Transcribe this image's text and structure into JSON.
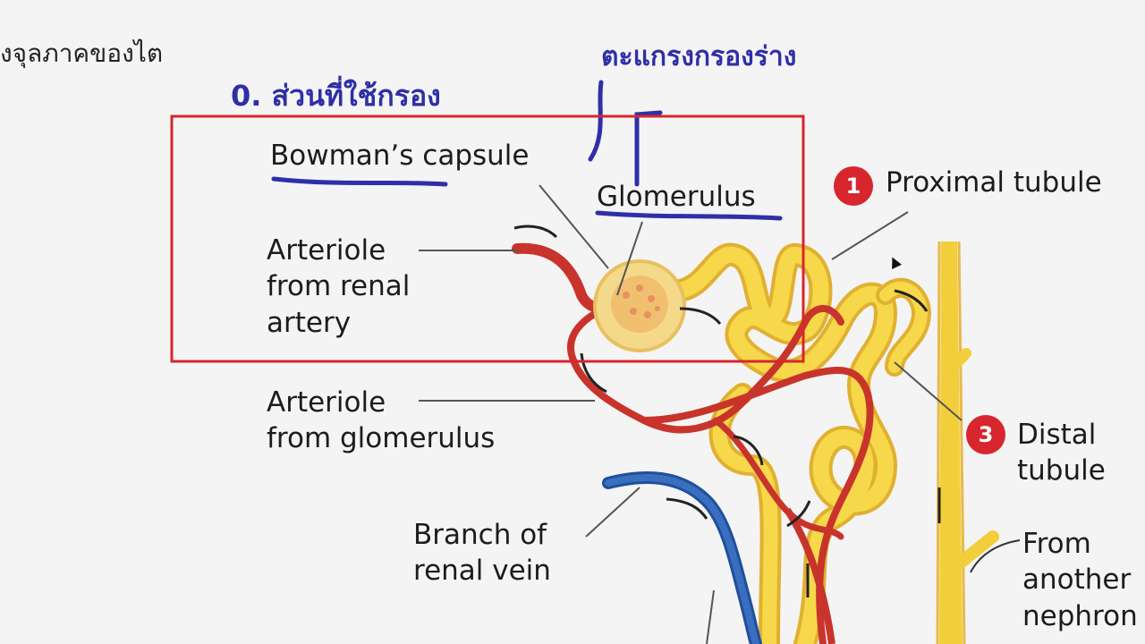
{
  "header": {
    "thai_title": "งจุลภาคของไต"
  },
  "annotations": {
    "section_note": "0. ส่วนที่ใช้กรอง",
    "mesh_note": "ตะแกรงกรองร่าง"
  },
  "labels": {
    "bowman": "Bowman’s capsule",
    "glomerulus": "Glomerulus",
    "arteriole_renal": [
      "Arteriole",
      "from renal",
      "artery"
    ],
    "arteriole_glom": [
      "Arteriole",
      "from glomerulus"
    ],
    "renal_vein": [
      "Branch of",
      "renal vein"
    ],
    "proximal": "Proximal tubule",
    "distal": [
      "Distal",
      "tubule"
    ],
    "another": [
      "From",
      "another",
      "nephron"
    ]
  },
  "badges": {
    "proximal_num": "1",
    "distal_num": "3"
  },
  "colors": {
    "highlight_box": "#d7262e",
    "tubule": "#f2cf3a",
    "artery": "#c8342c",
    "vein": "#2b5fa8",
    "ink": "#2f2fa8"
  }
}
